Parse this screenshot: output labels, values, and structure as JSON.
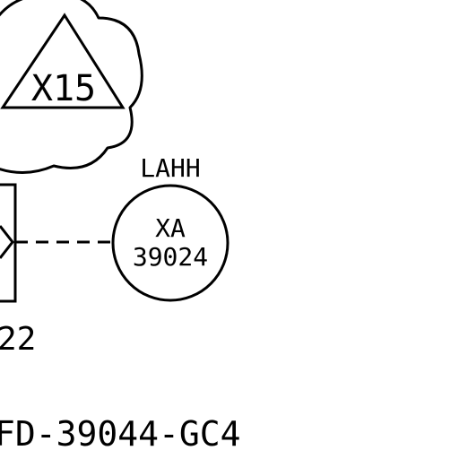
{
  "revision_cloud": {
    "delta_label": "X15"
  },
  "instrument": {
    "alarm_label": "LAHH",
    "function": "XA",
    "tag_number": "39024"
  },
  "equipment": {
    "tag_fragment": "22"
  },
  "line": {
    "designation": "FD-39044-GC4"
  },
  "colors": {
    "ink": "#000000",
    "background": "#ffffff"
  }
}
